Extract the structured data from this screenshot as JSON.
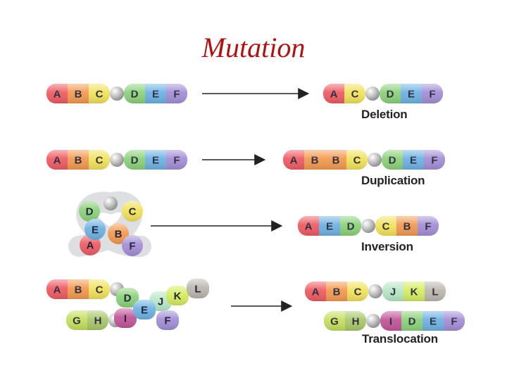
{
  "title": "Mutation",
  "colors": {
    "A": "#ee5d64",
    "B": "#f39a52",
    "C": "#f1e25d",
    "D": "#8cd27a",
    "E": "#6fb2e3",
    "F": "#a48fd7",
    "G": "#c6df60",
    "H": "#aac86c",
    "I": "#c2579a",
    "J": "#b7e7c6",
    "K": "#d6ec62",
    "L": "#bdb7ae",
    "centromere": "#bdbdbd",
    "title": "#b01212",
    "arrow": "#222222"
  },
  "rows": [
    {
      "name": "deletion",
      "before": [
        "A",
        "B",
        "C",
        "o",
        "D",
        "E",
        "F"
      ],
      "after": [
        "A",
        "C",
        "o",
        "D",
        "E",
        "F"
      ],
      "label": "Deletion"
    },
    {
      "name": "duplication",
      "before": [
        "A",
        "B",
        "C",
        "o",
        "D",
        "E",
        "F"
      ],
      "after": [
        "A",
        "B",
        "B",
        "C",
        "o",
        "D",
        "E",
        "F"
      ],
      "label": "Duplication"
    },
    {
      "name": "inversion",
      "before_loop": [
        "A",
        "B",
        "C",
        "o",
        "D",
        "E",
        "F"
      ],
      "after": [
        "A",
        "E",
        "D",
        "o",
        "C",
        "B",
        "F"
      ],
      "label": "Inversion"
    },
    {
      "name": "translocation",
      "before_1": [
        "A",
        "B",
        "C",
        "o",
        "D",
        "E",
        "F"
      ],
      "before_2": [
        "G",
        "H",
        "o",
        "I",
        "J",
        "K",
        "L"
      ],
      "after_1": [
        "A",
        "B",
        "C",
        "o",
        "J",
        "K",
        "L"
      ],
      "after_2": [
        "G",
        "H",
        "o",
        "I",
        "D",
        "E",
        "F"
      ],
      "label": "Translocation"
    }
  ]
}
